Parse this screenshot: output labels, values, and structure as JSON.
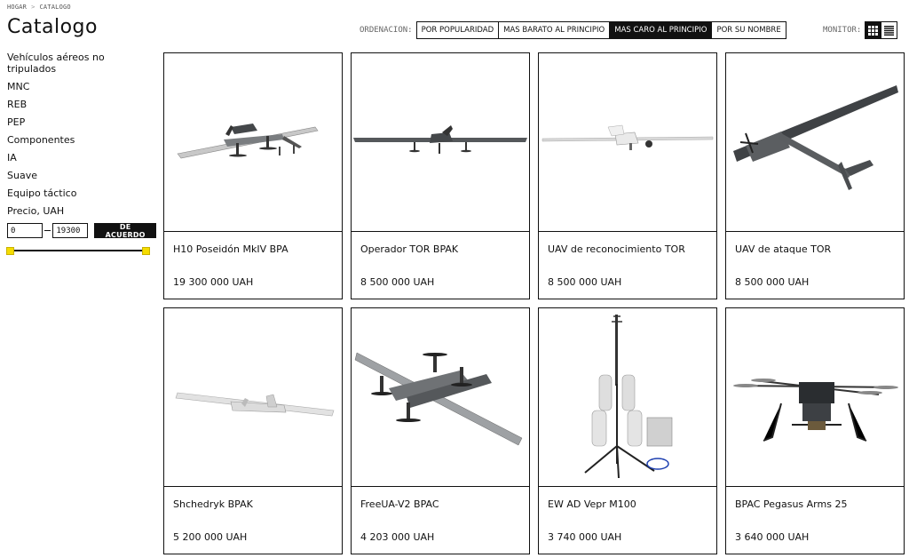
{
  "breadcrumb": {
    "home": "HOGAR",
    "separator": ">",
    "current": "CATALOGO"
  },
  "page_title": "Catalogo",
  "sort": {
    "label": "ORDENACION:",
    "options": [
      {
        "label": "POR POPULARIDAD",
        "active": false
      },
      {
        "label": "MAS BARATO AL PRINCIPIO",
        "active": false
      },
      {
        "label": "MAS CARO AL PRINCIPIO",
        "active": true
      },
      {
        "label": "POR SU NOMBRE",
        "active": false
      }
    ]
  },
  "monitor": {
    "label": "MONITOR:",
    "views": [
      {
        "icon": "grid-view-icon",
        "active": true
      },
      {
        "icon": "list-view-icon",
        "active": false
      }
    ]
  },
  "sidebar": {
    "categories": [
      "Vehículos aéreos no tripulados",
      "MNC",
      "REB",
      "PEP",
      "Componentes",
      "IA",
      "Suave",
      "Equipo táctico"
    ],
    "price_label": "Precio, UAH",
    "price_min": "0",
    "price_max": "19300",
    "apply_label": "DE ACUERDO",
    "slider_min_fraction": 0,
    "slider_max_fraction": 1
  },
  "products": [
    {
      "name": "H10 Poseidón MkIV BPA",
      "price": "19 300 000 UAH",
      "icon": "vtol-drone-icon"
    },
    {
      "name": "Operador TOR BPAK",
      "price": "8 500 000 UAH",
      "icon": "fixed-wing-drone-icon"
    },
    {
      "name": "UAV de reconocimiento TOR",
      "price": "8 500 000 UAH",
      "icon": "recon-drone-icon"
    },
    {
      "name": "UAV de ataque TOR",
      "price": "8 500 000 UAH",
      "icon": "attack-drone-icon"
    },
    {
      "name": "Shchedryk BPAK",
      "price": "5 200 000 UAH",
      "icon": "glider-drone-icon"
    },
    {
      "name": "FreeUA-V2 BPAC",
      "price": "4 203 000 UAH",
      "icon": "vtol-drone-icon"
    },
    {
      "name": "EW AD Vepr M100",
      "price": "3 740 000 UAH",
      "icon": "antenna-tripod-icon"
    },
    {
      "name": "BPAC Pegasus Arms 25",
      "price": "3 640 000 UAH",
      "icon": "hexacopter-icon"
    }
  ],
  "colors": {
    "accent": "#111111",
    "slider_handle": "#f5dc00",
    "background": "#ffffff"
  }
}
